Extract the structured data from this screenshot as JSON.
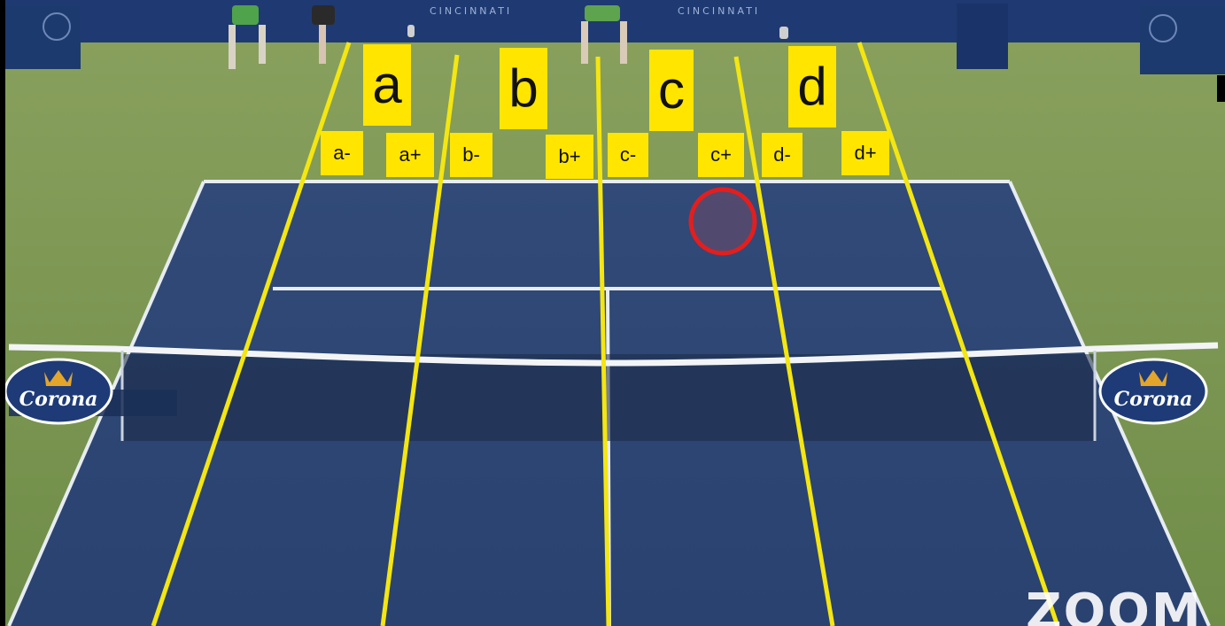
{
  "scene": {
    "type": "tennis-court-video-frame",
    "colors": {
      "grass": "#7f9c56",
      "court": "#2d4775",
      "court_lines": "#e9eef2",
      "zone_lines": "#f2e411",
      "label_bg": "#ffe500",
      "target_circle": "#e02020"
    }
  },
  "zones": {
    "main": [
      {
        "label": "a"
      },
      {
        "label": "b"
      },
      {
        "label": "c"
      },
      {
        "label": "d"
      }
    ],
    "sub": [
      {
        "label": "a-"
      },
      {
        "label": "a+"
      },
      {
        "label": "b-"
      },
      {
        "label": "b+"
      },
      {
        "label": "c-"
      },
      {
        "label": "c+"
      },
      {
        "label": "d-"
      },
      {
        "label": "d+"
      }
    ]
  },
  "target": {
    "zone": "c+",
    "icon": "target-circle-icon"
  },
  "sponsor": {
    "name": "Corona",
    "icon": "crown-icon"
  },
  "watermark": {
    "text": "ZOOM"
  },
  "stadium_sign": {
    "text": "CINCINNATI"
  }
}
